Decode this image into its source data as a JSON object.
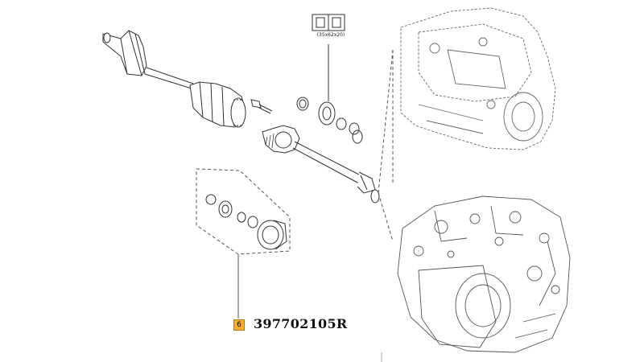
{
  "callout": {
    "number": "6",
    "part_number": "397702105R"
  },
  "bearing_spec": {
    "label": "(35x62x20)"
  }
}
